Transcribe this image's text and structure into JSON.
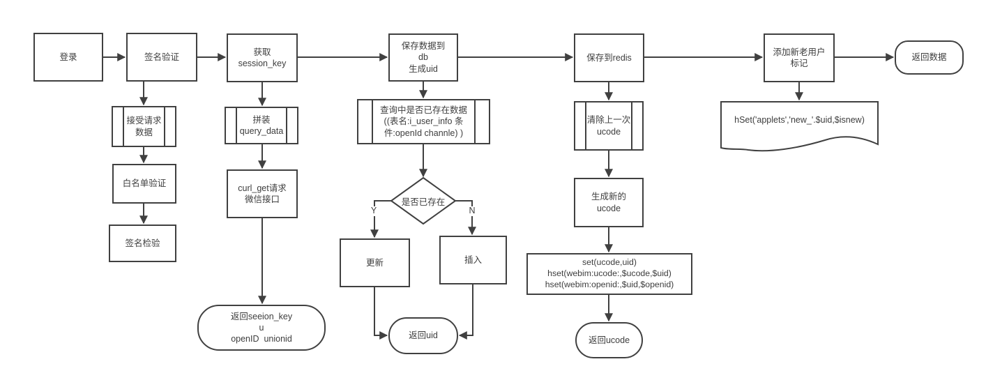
{
  "diagram": {
    "type": "flowchart",
    "colors": {
      "stroke": "#404040",
      "text": "#3d3d3d",
      "background": "#ffffff"
    },
    "nodes": {
      "login": {
        "label": "登录",
        "shape": "process"
      },
      "sign_verify": {
        "label": "签名验证",
        "shape": "process"
      },
      "get_session_key": {
        "label": "获取\nsession_key",
        "shape": "process"
      },
      "save_db": {
        "label": "保存数据到\ndb\n生成uid",
        "shape": "process"
      },
      "save_redis": {
        "label": "保存到redis",
        "shape": "process"
      },
      "add_user_mark": {
        "label": "添加新老用户\n标记",
        "shape": "process"
      },
      "return_data": {
        "label": "返回数据",
        "shape": "terminator"
      },
      "accept_request": {
        "label": "接受请求\n数据",
        "shape": "predefined-process"
      },
      "whitelist_verify": {
        "label": "白名单验证",
        "shape": "process"
      },
      "sign_check": {
        "label": "签名检验",
        "shape": "process"
      },
      "assemble_query": {
        "label": "拼装\nquery_data",
        "shape": "predefined-process"
      },
      "curl_get": {
        "label": "curl_get请求\n微信接口",
        "shape": "process"
      },
      "return_session": {
        "label": "返回seeion_key\nu\nopenID  unionid",
        "shape": "terminator"
      },
      "query_exists": {
        "label": "查询中是否已存在数据\n((表名:i_user_info 条\n件:openId channle) )",
        "shape": "predefined-process"
      },
      "exists_decision": {
        "label": "是否已存在",
        "shape": "decision",
        "yes_label": "Y",
        "no_label": "N"
      },
      "update": {
        "label": "更新",
        "shape": "process"
      },
      "insert": {
        "label": "插入",
        "shape": "process"
      },
      "return_uid": {
        "label": "返回uid",
        "shape": "terminator"
      },
      "clear_ucode": {
        "label": "清除上一次\nucode",
        "shape": "predefined-process"
      },
      "gen_ucode": {
        "label": "生成新的\nucode",
        "shape": "process"
      },
      "redis_cmds": {
        "label": "set(ucode,uid)\nhset(webim:ucode:,$ucode,$uid)\nhset(webim:openid:,$uid,$openid)",
        "shape": "process"
      },
      "return_ucode": {
        "label": "返回ucode",
        "shape": "terminator"
      },
      "hset_doc": {
        "label": "hSet('applets','new_'.$uid,$isnew)",
        "shape": "document"
      }
    },
    "edges": [
      {
        "from": "login",
        "to": "sign_verify"
      },
      {
        "from": "sign_verify",
        "to": "get_session_key"
      },
      {
        "from": "get_session_key",
        "to": "save_db"
      },
      {
        "from": "save_db",
        "to": "save_redis"
      },
      {
        "from": "save_redis",
        "to": "add_user_mark"
      },
      {
        "from": "add_user_mark",
        "to": "return_data"
      },
      {
        "from": "sign_verify",
        "to": "accept_request"
      },
      {
        "from": "accept_request",
        "to": "whitelist_verify"
      },
      {
        "from": "whitelist_verify",
        "to": "sign_check"
      },
      {
        "from": "get_session_key",
        "to": "assemble_query"
      },
      {
        "from": "assemble_query",
        "to": "curl_get"
      },
      {
        "from": "curl_get",
        "to": "return_session"
      },
      {
        "from": "save_db",
        "to": "query_exists"
      },
      {
        "from": "query_exists",
        "to": "exists_decision"
      },
      {
        "from": "exists_decision",
        "to": "update",
        "label": "Y"
      },
      {
        "from": "exists_decision",
        "to": "insert",
        "label": "N"
      },
      {
        "from": "update",
        "to": "return_uid"
      },
      {
        "from": "insert",
        "to": "return_uid"
      },
      {
        "from": "save_redis",
        "to": "clear_ucode"
      },
      {
        "from": "clear_ucode",
        "to": "gen_ucode"
      },
      {
        "from": "gen_ucode",
        "to": "redis_cmds"
      },
      {
        "from": "redis_cmds",
        "to": "return_ucode"
      },
      {
        "from": "add_user_mark",
        "to": "hset_doc"
      }
    ]
  }
}
